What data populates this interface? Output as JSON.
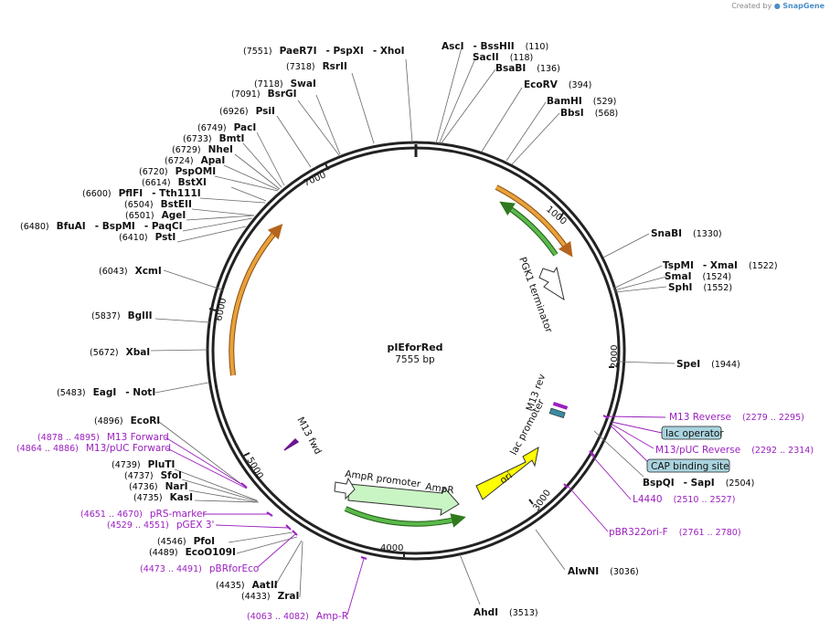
{
  "credit": {
    "prefix": "Created by",
    "brand": "SnapGene"
  },
  "plasmid": {
    "name": "pIEforRed",
    "size": "7555 bp"
  },
  "ticks": [
    "1000",
    "2000",
    "3000",
    "4000",
    "5000",
    "6000",
    "7000"
  ],
  "features": {
    "pgk1": "PGK1 terminator",
    "ampr_promoter": "AmpR promoter",
    "ampr": "AmpR",
    "ori": "ori",
    "lac_promoter": "lac promoter",
    "m13_rev": "M13 rev",
    "m13_fwd": "M13 fwd"
  },
  "enzymes": [
    {
      "pos": "(7551)",
      "name": "PaeR7I",
      "more": [
        "- PspXI",
        "- XhoI"
      ]
    },
    {
      "pos": "(7318)",
      "name": "RsrII"
    },
    {
      "pos": "(7118)",
      "name": "SwaI"
    },
    {
      "pos": "(7091)",
      "name": "BsrGI"
    },
    {
      "pos": "(6926)",
      "name": "PsiI"
    },
    {
      "pos": "(6749)",
      "name": "PacI"
    },
    {
      "pos": "(6733)",
      "name": "BmtI"
    },
    {
      "pos": "(6729)",
      "name": "NheI"
    },
    {
      "pos": "(6724)",
      "name": "ApaI"
    },
    {
      "pos": "(6720)",
      "name": "PspOMI"
    },
    {
      "pos": "(6614)",
      "name": "BstXI"
    },
    {
      "pos": "(6600)",
      "name": "PflFI",
      "more": [
        "- Tth111I"
      ]
    },
    {
      "pos": "(6504)",
      "name": "BstEII"
    },
    {
      "pos": "(6501)",
      "name": "AgeI"
    },
    {
      "pos": "(6480)",
      "name": "BfuAI",
      "more": [
        "- BspMI",
        "- PaqCI"
      ]
    },
    {
      "pos": "(6410)",
      "name": "PstI"
    },
    {
      "pos": "(6043)",
      "name": "XcmI"
    },
    {
      "pos": "(5837)",
      "name": "BglII"
    },
    {
      "pos": "(5672)",
      "name": "XbaI"
    },
    {
      "pos": "(5483)",
      "name": "EagI",
      "more": [
        "- NotI"
      ]
    },
    {
      "pos": "(4896)",
      "name": "EcoRI"
    },
    {
      "pos": "(4739)",
      "name": "PluTI"
    },
    {
      "pos": "(4737)",
      "name": "SfoI"
    },
    {
      "pos": "(4736)",
      "name": "NarI"
    },
    {
      "pos": "(4735)",
      "name": "KasI"
    },
    {
      "pos": "(4546)",
      "name": "PfoI"
    },
    {
      "pos": "(4489)",
      "name": "EcoO109I"
    },
    {
      "pos": "(4435)",
      "name": "AatII"
    },
    {
      "pos": "(4433)",
      "name": "ZraI"
    },
    {
      "pos": "(3513)",
      "name": "AhdI"
    },
    {
      "pos": "(3036)",
      "name": "AlwNI"
    },
    {
      "pos": "(2504)",
      "name": "BspQI",
      "more": [
        "- SapI"
      ]
    },
    {
      "pos": "(1944)",
      "name": "SpeI"
    },
    {
      "pos": "(1552)",
      "name": "SphI"
    },
    {
      "pos": "(1524)",
      "name": "SmaI"
    },
    {
      "pos": "(1522)",
      "name": "TspMI",
      "more": [
        "- XmaI"
      ]
    },
    {
      "pos": "(1330)",
      "name": "SnaBI"
    },
    {
      "pos": "(568)",
      "name": "BbsI"
    },
    {
      "pos": "(529)",
      "name": "BamHI"
    },
    {
      "pos": "(394)",
      "name": "EcoRV"
    },
    {
      "pos": "(136)",
      "name": "BsaBI"
    },
    {
      "pos": "(118)",
      "name": "SacII"
    },
    {
      "pos": "(110)",
      "name": "AscI",
      "more": [
        "- BssHII"
      ]
    }
  ],
  "primers": [
    {
      "pos": "(4878 .. 4895)",
      "name": "M13 Forward"
    },
    {
      "pos": "(4864 .. 4886)",
      "name": "M13/pUC Forward"
    },
    {
      "pos": "(4651 .. 4670)",
      "name": "pRS-marker"
    },
    {
      "pos": "(4529 .. 4551)",
      "name": "pGEX 3'"
    },
    {
      "pos": "(4473 .. 4491)",
      "name": "pBRforEco"
    },
    {
      "pos": "(4063 .. 4082)",
      "name": "Amp-R"
    },
    {
      "pos": "(2279 .. 2295)",
      "name": "M13 Reverse"
    },
    {
      "pos": "(2292 .. 2314)",
      "name": "M13/pUC Reverse"
    },
    {
      "pos": "(2510 .. 2527)",
      "name": "L4440"
    },
    {
      "pos": "(2761 .. 2780)",
      "name": "pBR322ori-F"
    }
  ],
  "boxes": {
    "lac_operator": "lac operator",
    "cap_site": "CAP binding site"
  },
  "colors": {
    "backbone": "#222222",
    "orange": "#e8a23a",
    "green": "#5ab94a",
    "ampr_fill": "#c9f5c4",
    "ori_fill": "#ffff00",
    "primer": "#9b1fbf",
    "box_fill": "#a9d3de"
  }
}
